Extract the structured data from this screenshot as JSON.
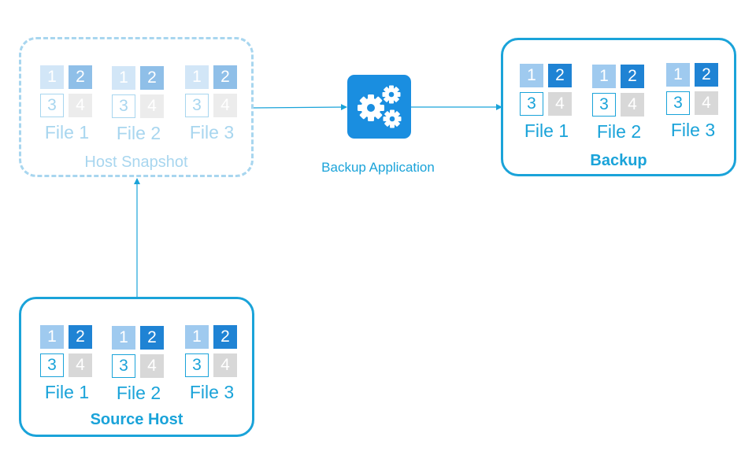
{
  "host_snapshot": {
    "label": "Host Snapshot",
    "files": [
      {
        "name": "File 1",
        "blocks": [
          "1",
          "2",
          "3",
          "4"
        ]
      },
      {
        "name": "File 2",
        "blocks": [
          "1",
          "2",
          "3",
          "4"
        ]
      },
      {
        "name": "File 3",
        "blocks": [
          "1",
          "2",
          "3",
          "4"
        ]
      }
    ]
  },
  "backup_application": {
    "label": "Backup Application",
    "icon": "gears-icon"
  },
  "backup": {
    "label": "Backup",
    "files": [
      {
        "name": "File 1",
        "blocks": [
          "1",
          "2",
          "3",
          "4"
        ]
      },
      {
        "name": "File 2",
        "blocks": [
          "1",
          "2",
          "3",
          "4"
        ]
      },
      {
        "name": "File 3",
        "blocks": [
          "1",
          "2",
          "3",
          "4"
        ]
      }
    ]
  },
  "source_host": {
    "label": "Source Host",
    "files": [
      {
        "name": "File 1",
        "blocks": [
          "1",
          "2",
          "3",
          "4"
        ]
      },
      {
        "name": "File 2",
        "blocks": [
          "1",
          "2",
          "3",
          "4"
        ]
      },
      {
        "name": "File 3",
        "blocks": [
          "1",
          "2",
          "3",
          "4"
        ]
      }
    ]
  },
  "colors": {
    "accent": "#1aa3d9",
    "block_light": "#9fcaef",
    "block_dark": "#1f83d4",
    "block_gray": "#d8d8d8",
    "icon_bg": "#1a8ee0"
  }
}
